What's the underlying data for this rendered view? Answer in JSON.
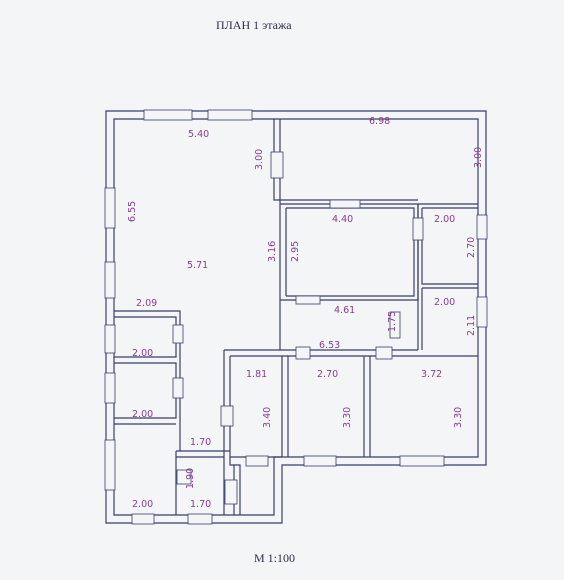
{
  "title": "ПЛАН 1 этажа",
  "scale": "М 1:100",
  "colors": {
    "walls": "#3a3f68",
    "dimensions": "#8a3e8e",
    "background": "#f3f5f6"
  },
  "dimensions": {
    "living_width": "5.40",
    "living_height": "6.55",
    "living_inner": "5.71",
    "living_step": "3.00",
    "top_right_width": "6.98",
    "top_right_height": "3.00",
    "mid_room_width": "4.40",
    "mid_room_height": "2.95",
    "mid_room_side": "3.16",
    "bath_a_width": "2.00",
    "bath_a_height": "2.70",
    "bath_b_width": "2.00",
    "bath_b_height": "2.11",
    "hall_width": "4.61",
    "hall_height": "1.75",
    "corridor_width": "6.53",
    "left_nook_width": "2.09",
    "left_room1_width": "2.00",
    "left_room2_width": "2.00",
    "left_room3_width": "2.00",
    "small_a_width": "1.81",
    "small_a_height": "3.40",
    "room_b_width": "2.70",
    "room_b_height": "3.30",
    "room_c_width": "3.72",
    "room_c_height": "3.30",
    "vestibule_width": "1.70",
    "vestibule_height": "1.90",
    "vestibule_bottom": "1.70"
  }
}
